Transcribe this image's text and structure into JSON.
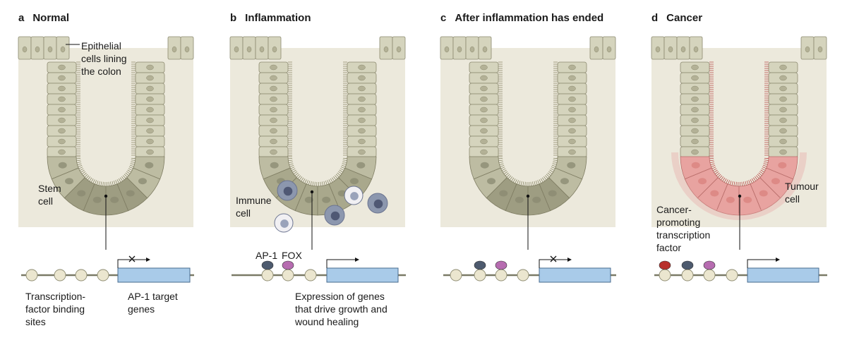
{
  "panels": {
    "a": {
      "letter": "a",
      "title": "Normal",
      "labels": {
        "epithelial_1": "Epithelial",
        "epithelial_2": "cells lining",
        "epithelial_3": "the colon",
        "stem_1": "Stem",
        "stem_2": "cell",
        "tfbs_1": "Transcription-",
        "tfbs_2": "factor binding",
        "tfbs_3": "sites",
        "target_1": "AP-1 target",
        "target_2": "genes"
      },
      "gene_expressed": false
    },
    "b": {
      "letter": "b",
      "title": "Inflammation",
      "labels": {
        "immune_1": "Immune",
        "immune_2": "cell",
        "ap1": "AP-1",
        "fox": "FOX",
        "expr_1": "Expression of genes",
        "expr_2": "that drive growth and",
        "expr_3": "wound healing"
      },
      "gene_expressed": true
    },
    "c": {
      "letter": "c",
      "title": "After inflammation has ended",
      "gene_expressed": false
    },
    "d": {
      "letter": "d",
      "title": "Cancer",
      "labels": {
        "tumour_1": "Tumour",
        "tumour_2": "cell",
        "cancer_1": "Cancer-",
        "cancer_2": "promoting",
        "cancer_3": "transcription",
        "cancer_4": "factor"
      },
      "gene_expressed": true
    }
  },
  "colors": {
    "lumen_background": "#ece9dc",
    "cell_fill": "#d5d4bd",
    "stem_cell_fill": "#9e9d82",
    "tumour_cell_fill": "#e8a3a0",
    "binding_site": "#ebe6cf",
    "gene_box": "#a9cbe9",
    "ap1_factor": "#4d5a6e",
    "fox_factor": "#b66cb0",
    "cancer_factor": "#b8302c",
    "immune_cell": "#8c97ae"
  }
}
